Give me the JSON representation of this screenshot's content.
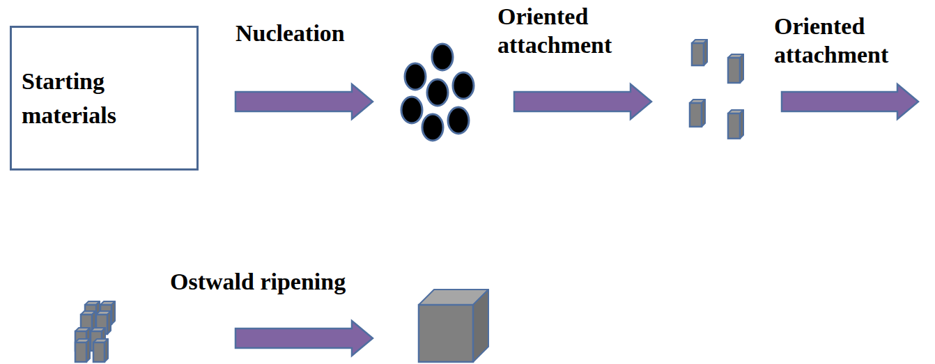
{
  "diagram": {
    "nodes": [
      {
        "text": [
          "Starting materials"
        ]
      }
    ],
    "labels": [
      "Nucleation",
      "Oriented attachment",
      "Oriented attachment",
      "Ostwald ripening"
    ]
  }
}
